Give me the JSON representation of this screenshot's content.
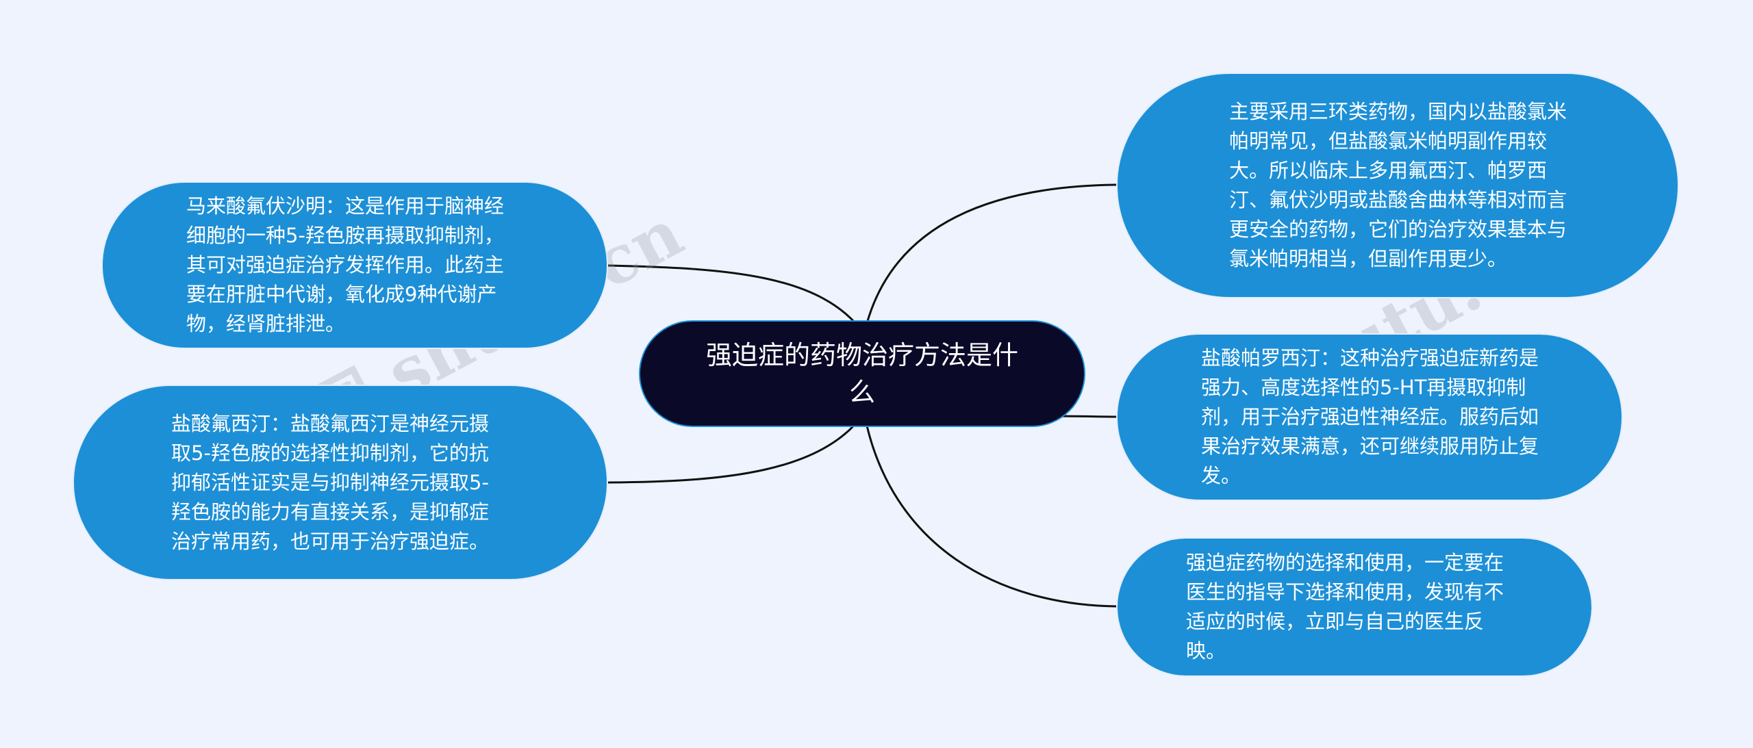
{
  "colors": {
    "background": "#eef3fd",
    "center_fill": "#0b0928",
    "node_fill": "#1d8fd6",
    "link_stroke": "#111111"
  },
  "center": {
    "text": "强迫症的药物治疗方法是什么"
  },
  "branches": {
    "left_1": "马来酸氟伏沙明：这是作用于脑神经细胞的一种5-羟色胺再摄取抑制剂，其可对强迫症治疗发挥作用。此药主要在肝脏中代谢，氧化成9种代谢产物，经肾脏排泄。",
    "left_2": "盐酸氟西汀：盐酸氟西汀是神经元摄取5-羟色胺的选择性抑制剂，它的抗抑郁活性证实是与抑制神经元摄取5-羟色胺的能力有直接关系，是抑郁症治疗常用药，也可用于治疗强迫症。",
    "right_1": "主要采用三环类药物，国内以盐酸氯米帕明常见，但盐酸氯米帕明副作用较大。所以临床上多用氟西汀、帕罗西汀、氟伏沙明或盐酸舍曲林等相对而言更安全的药物，它们的治疗效果基本与氯米帕明相当，但副作用更少。",
    "right_2": "盐酸帕罗西汀：这种治疗强迫症新药是强力、高度选择性的5-HT再摄取抑制剂，用于治疗强迫性神经症。服药后如果治疗效果满意，还可继续服用防止复发。",
    "right_3": "强迫症药物的选择和使用，一定要在医生的指导下选择和使用，发现有不适应的时候，立即与自己的医生反映。"
  },
  "watermark": {
    "left": "树图 shutu.cn",
    "right": "树图 shutu.cn"
  }
}
